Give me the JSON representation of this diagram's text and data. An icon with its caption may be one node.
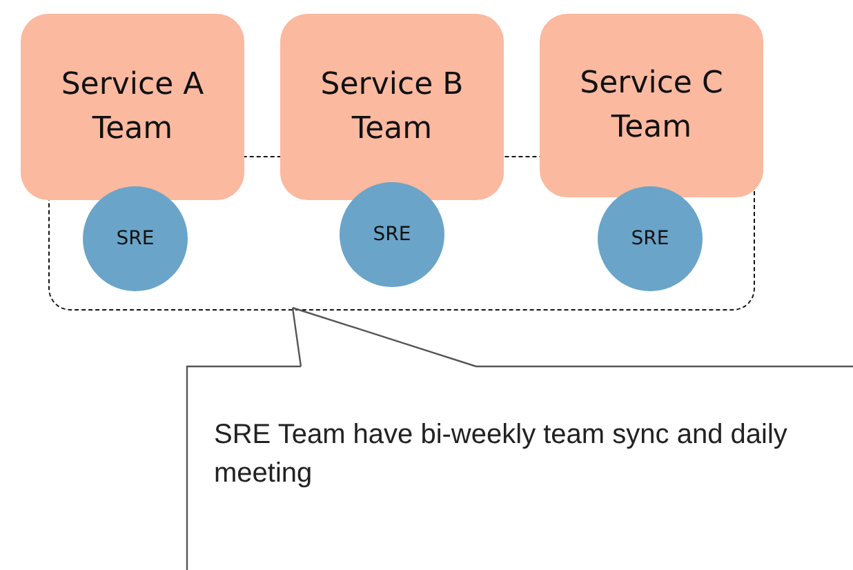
{
  "diagram": {
    "nodes": [
      {
        "text": [
          "Service A Team"
        ]
      },
      {
        "text": [
          "Service B Team"
        ]
      },
      {
        "text": [
          "Service C Team"
        ]
      },
      {
        "text": [],
        "shape": "box"
      },
      {
        "text": [
          "SRE"
        ],
        "in": 3
      },
      {
        "text": [
          "SRE"
        ],
        "in": 3
      },
      {
        "text": [
          "SRE"
        ],
        "in": 3
      },
      {
        "text": [
          "SRE Team have bi-weekly team sync and daily meeting"
        ]
      }
    ],
    "edges": [
      {
        "from": 7,
        "to": 3,
        "arrow": "none"
      }
    ]
  }
}
